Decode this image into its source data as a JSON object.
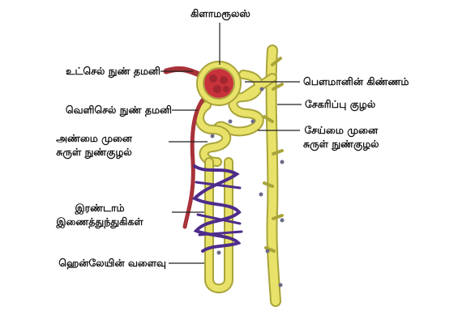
{
  "labels": {
    "glomerulus": "கிளாமரூலஸ்",
    "afferent": "உட்செல் நுண் தமனி",
    "efferent": "வெளிசெல் நுண் தமனி",
    "pct_line1": "அண்மை முனை",
    "pct_line2": "சுருள் நுண்குழல்",
    "capillary_line1": "இரண்டாம்",
    "capillary_line2": "இணைத்துந்துகிகள்",
    "loop": "ஹென்லேயின் வளைவு",
    "bowman": "பௌமானின் கிண்ணம்",
    "collecting": "சேகரிப்பு குழல்",
    "dct_line1": "சேய்மை முனை",
    "dct_line2": "சுருள் நுண்குழல்"
  },
  "colors": {
    "tubule": "#e8e26a",
    "tubule_edge": "#a9a43a",
    "glomerulus": "#c8323a",
    "artery": "#a8323a",
    "capillary": "#4d2c8c",
    "pointer": "#222222",
    "dots": "#6b6a8a"
  }
}
